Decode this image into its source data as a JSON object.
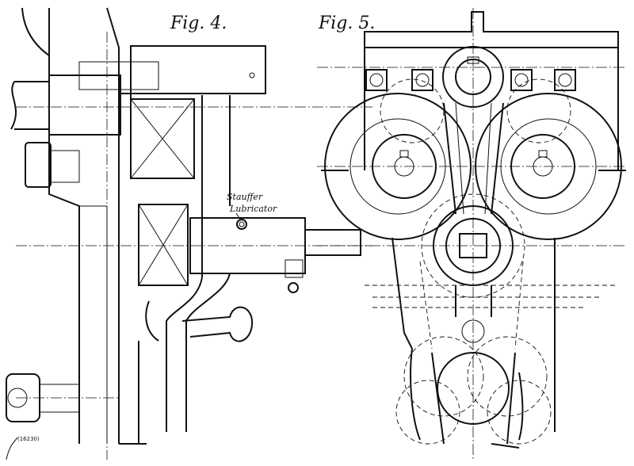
{
  "figures": {
    "fig4": {
      "title": "Fig. 4."
    },
    "fig5": {
      "title": "Fig. 5."
    }
  },
  "callout": {
    "line1": "Stauffer",
    "line2": "Lubricator"
  },
  "plate_number": "(16230)"
}
